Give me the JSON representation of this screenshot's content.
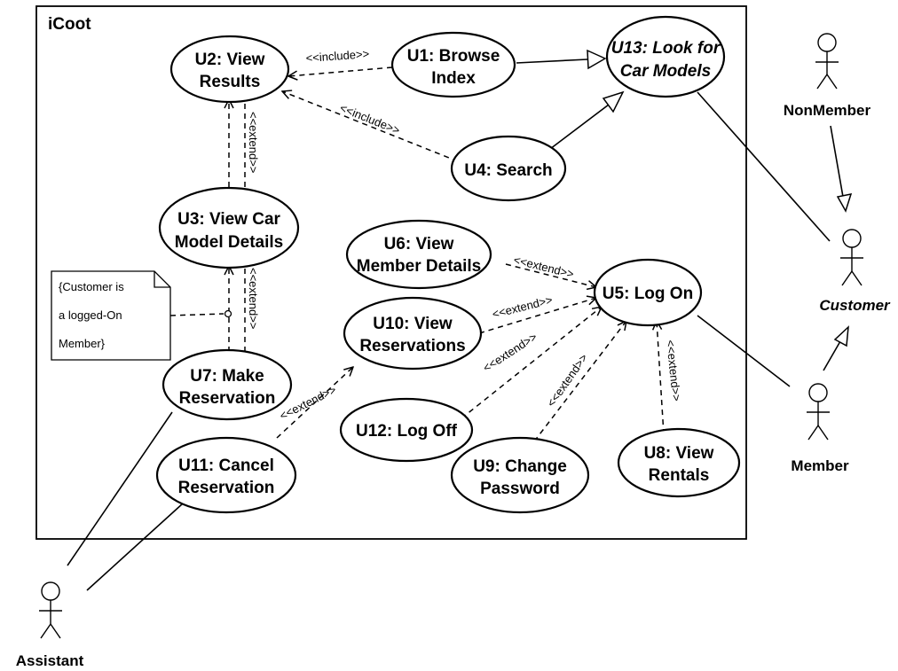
{
  "system": {
    "name": "iCoot"
  },
  "use_cases": {
    "u1": [
      "U1: Browse",
      "Index"
    ],
    "u2": [
      "U2: View",
      "Results"
    ],
    "u3": [
      "U3: View Car",
      "Model Details"
    ],
    "u4": [
      "U4: Search"
    ],
    "u5": [
      "U5: Log On"
    ],
    "u6": [
      "U6: View",
      "Member Details"
    ],
    "u7": [
      "U7: Make",
      "Reservation"
    ],
    "u8": [
      "U8: View",
      "Rentals"
    ],
    "u9": [
      "U9: Change",
      "Password"
    ],
    "u10": [
      "U10: View",
      "Reservations"
    ],
    "u11": [
      "U11: Cancel",
      "Reservation"
    ],
    "u12": [
      "U12: Log Off"
    ],
    "u13": [
      "U13: Look for",
      "Car Models"
    ]
  },
  "actors": {
    "nonmember": "NonMember",
    "customer": "Customer",
    "member": "Member",
    "assistant": "Assistant"
  },
  "stereotypes": {
    "include": "<<include>>",
    "extend": "<<extend>>"
  },
  "note": [
    "{Customer is",
    "a logged-On",
    "Member}"
  ]
}
